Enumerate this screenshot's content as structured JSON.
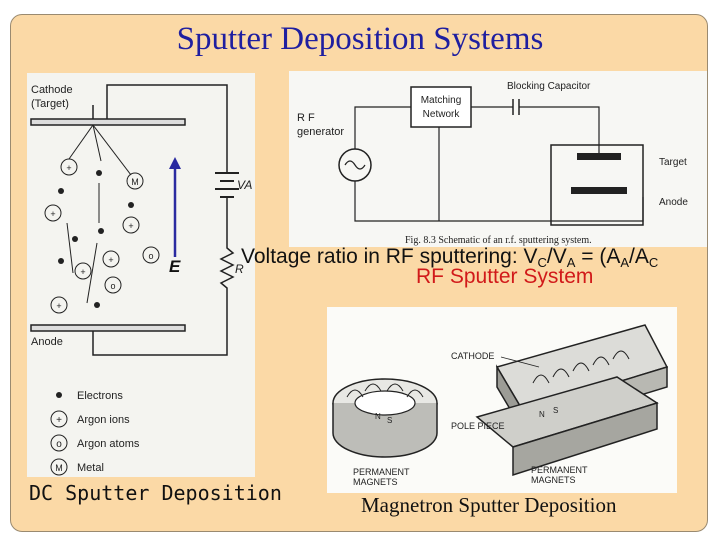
{
  "title": "Sputter Deposition Systems",
  "dc": {
    "caption": "DC Sputter Deposition",
    "cathode_label_1": "Cathode",
    "cathode_label_2": "(Target)",
    "anode_label": "Anode",
    "va_label": "VA",
    "r_label": "R",
    "legend": [
      {
        "symbol": "dot",
        "text": "Electrons"
      },
      {
        "symbol": "+",
        "text": "Argon ions"
      },
      {
        "symbol": "o",
        "text": "Argon atoms"
      },
      {
        "symbol": "M",
        "text": "Metal"
      }
    ]
  },
  "e_label": "E",
  "rf": {
    "generator_1": "R F",
    "generator_2": "generator",
    "matching_1": "Matching",
    "matching_2": "Network",
    "blocking": "Blocking Capacitor",
    "target": "Target",
    "anode": "Anode",
    "fig_caption": "Fig. 8.3  Schematic of an r.f. sputtering system.",
    "system_caption": "RF Sputter System"
  },
  "voltage": {
    "prefix": "Voltage ratio in RF sputtering:  V",
    "sub1": "C",
    "mid": "/V",
    "sub2": "A",
    "rest": " = (A",
    "sub3": "A",
    "tail": "/A",
    "sub4": "C"
  },
  "magnetron": {
    "caption": "Magnetron Sputter Deposition",
    "cathode": "CATHODE",
    "pole_piece": "POLE PIECE",
    "perm1_1": "PERMANENT",
    "perm1_2": "MAGNETS",
    "perm2_1": "PERMANENT",
    "perm2_2": "MAGNETS"
  }
}
